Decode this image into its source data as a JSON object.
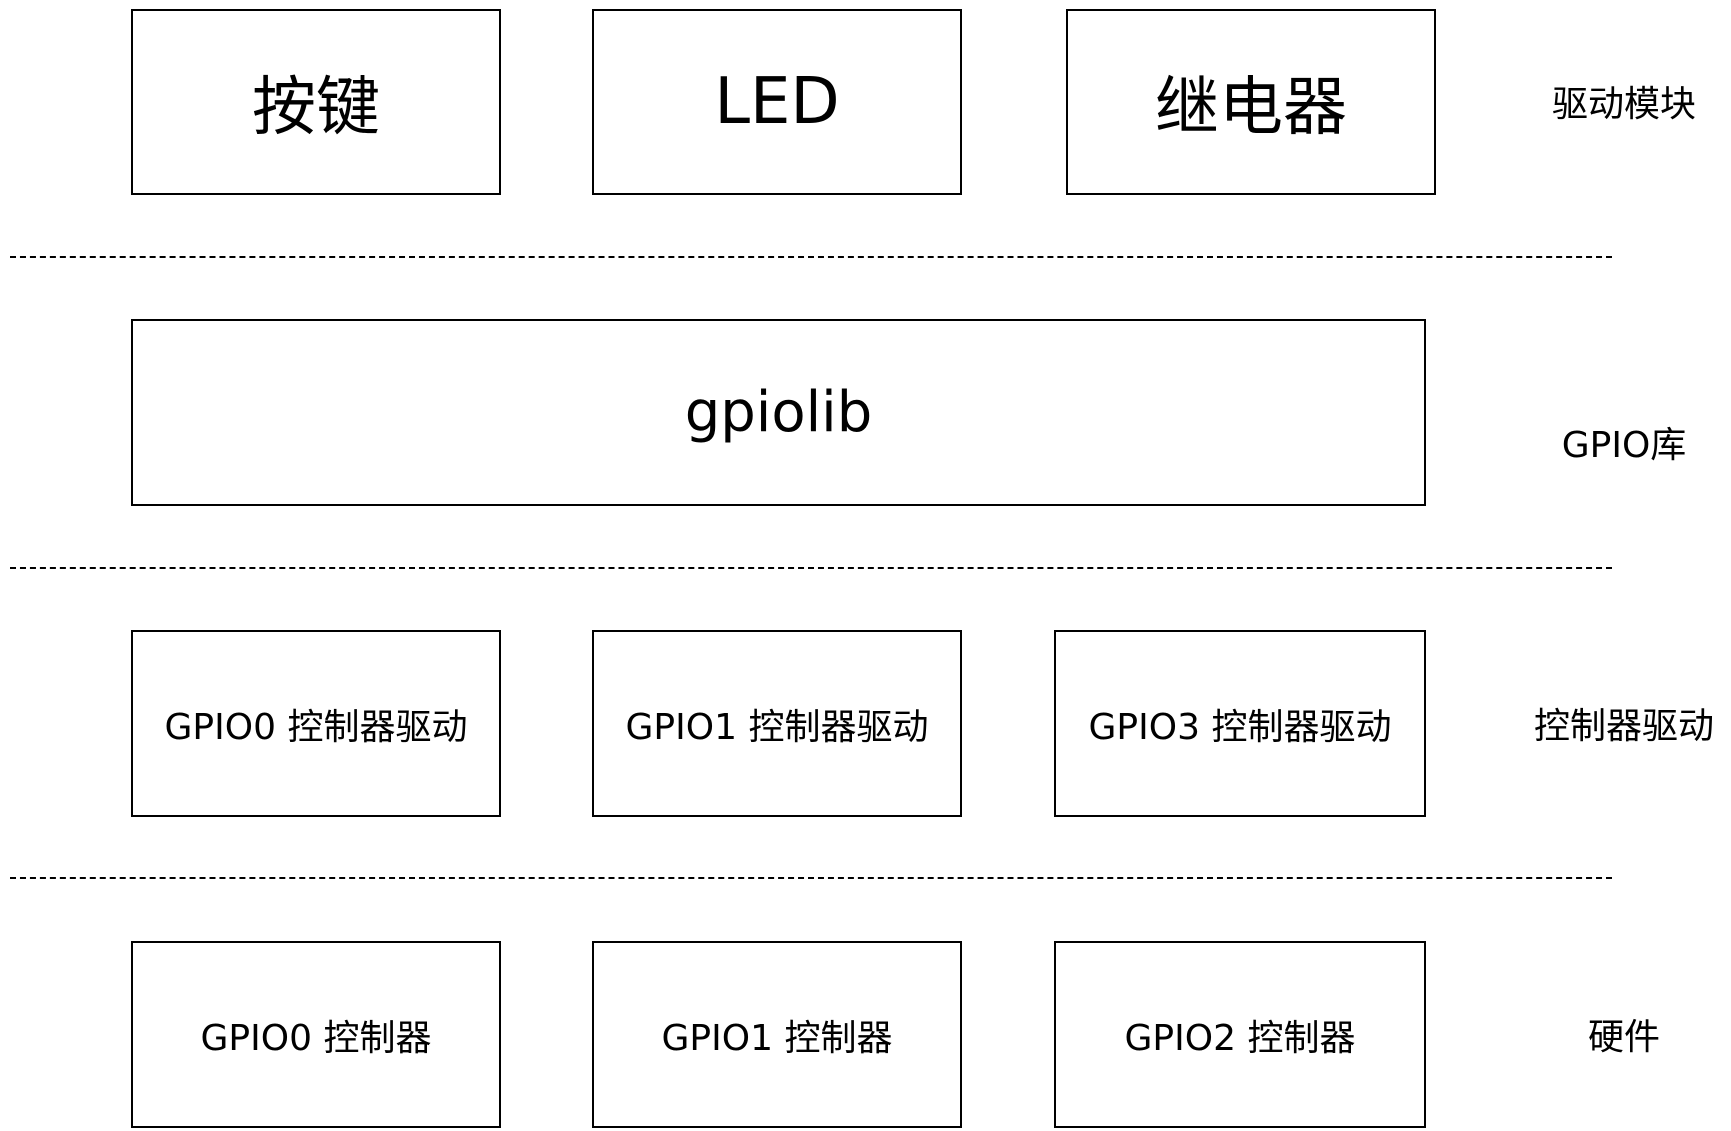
{
  "modules": {
    "key": "按键",
    "led": "LED",
    "relay": "继电器"
  },
  "library": {
    "gpiolib": "gpiolib"
  },
  "controller_drivers": {
    "gpio0": "GPIO0 控制器驱动",
    "gpio1": "GPIO1 控制器驱动",
    "gpio3": "GPIO3 控制器驱动"
  },
  "hardware": {
    "gpio0": "GPIO0 控制器",
    "gpio1": "GPIO1 控制器",
    "gpio2": "GPIO2 控制器"
  },
  "layer_labels": {
    "driver_modules": "驱动模块",
    "gpio_library": "GPIO库",
    "controller_driver": "控制器驱动",
    "hardware": "硬件"
  },
  "colors": {
    "stroke": "#000000",
    "background": "#ffffff"
  }
}
